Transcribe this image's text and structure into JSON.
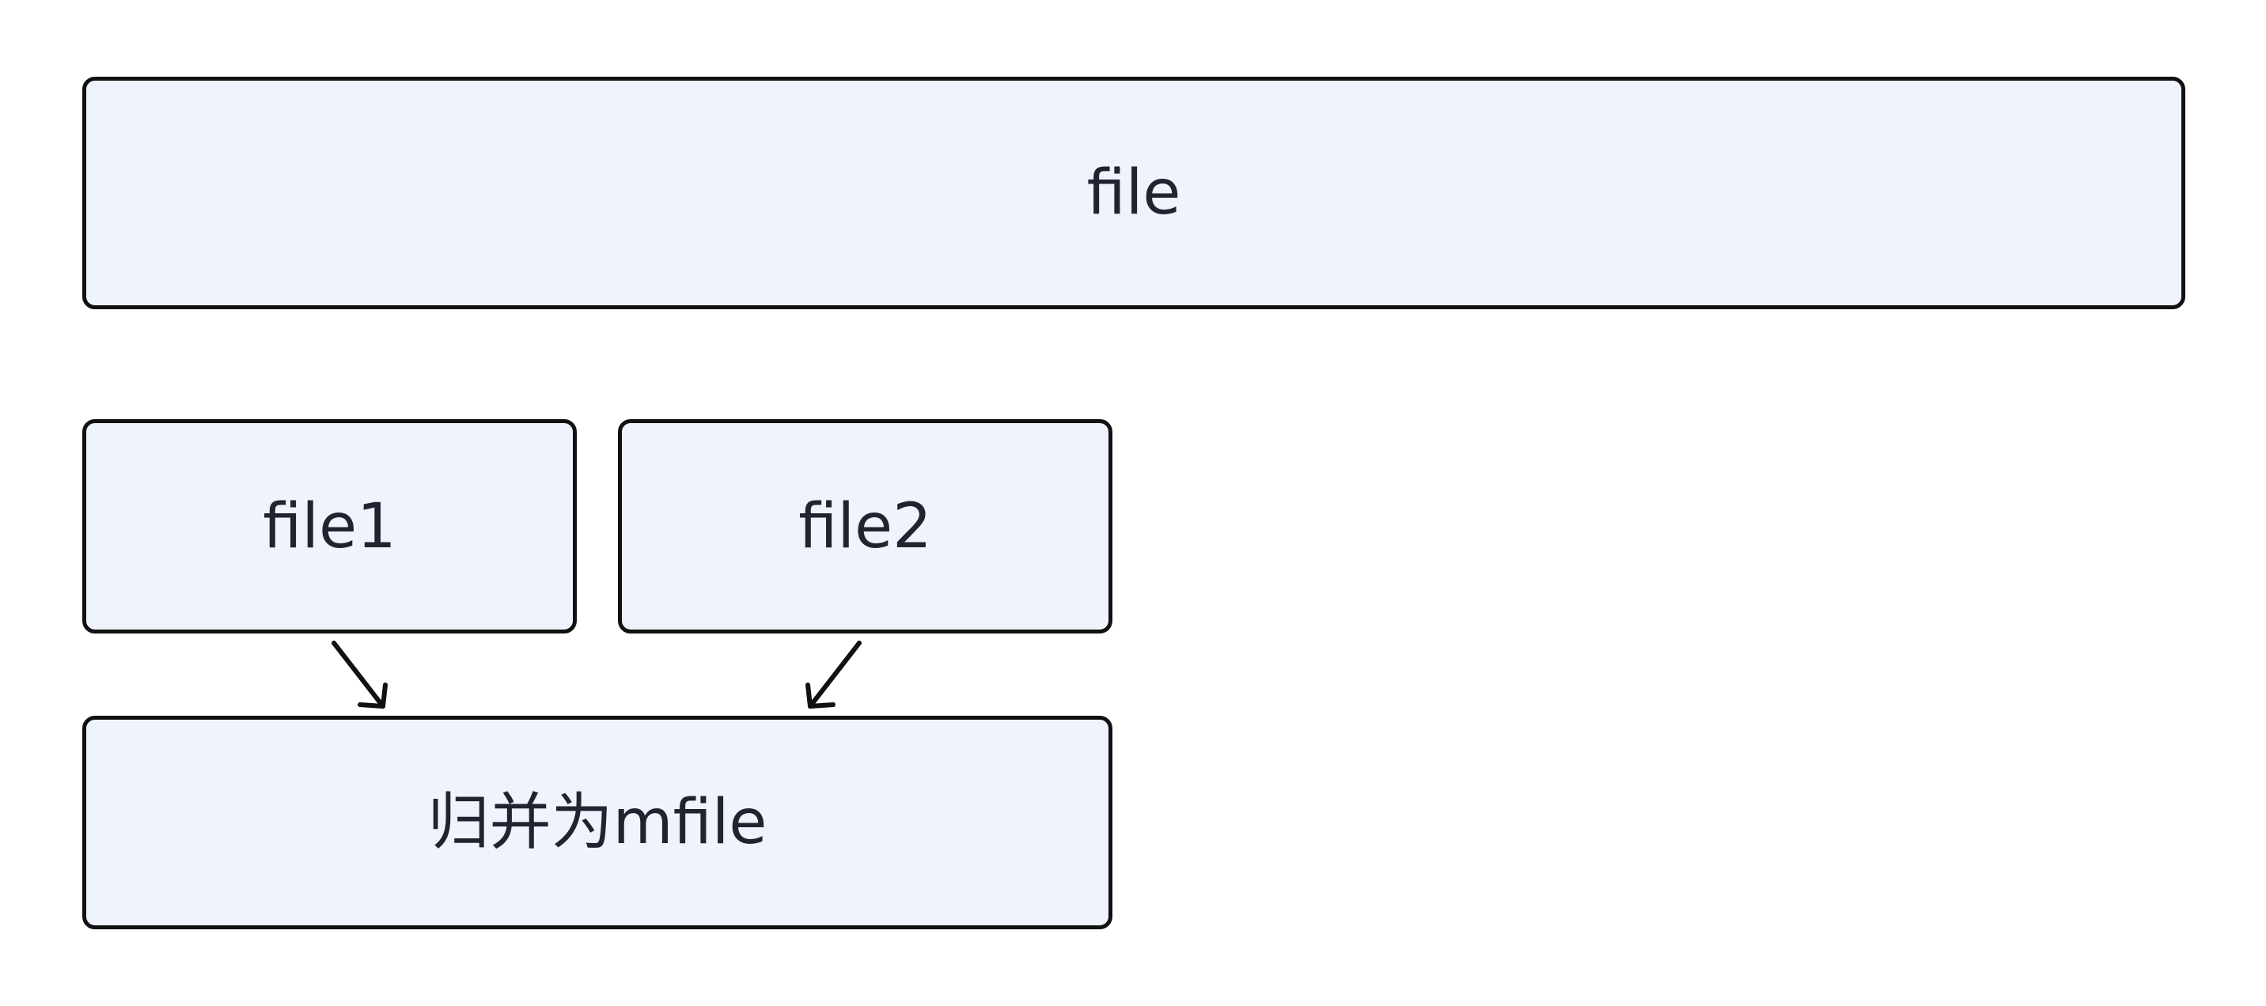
{
  "diagram": {
    "blocks": {
      "file": {
        "label": "file"
      },
      "file1": {
        "label": "file1"
      },
      "file2": {
        "label": "file2"
      },
      "merge": {
        "label": "归并为mfile"
      }
    },
    "edges": [
      {
        "from": "file1",
        "to": "merge"
      },
      {
        "from": "file2",
        "to": "merge"
      }
    ],
    "colors": {
      "node_fill": "#eef3fc",
      "node_stroke": "#111111",
      "text": "#1f2430"
    }
  }
}
